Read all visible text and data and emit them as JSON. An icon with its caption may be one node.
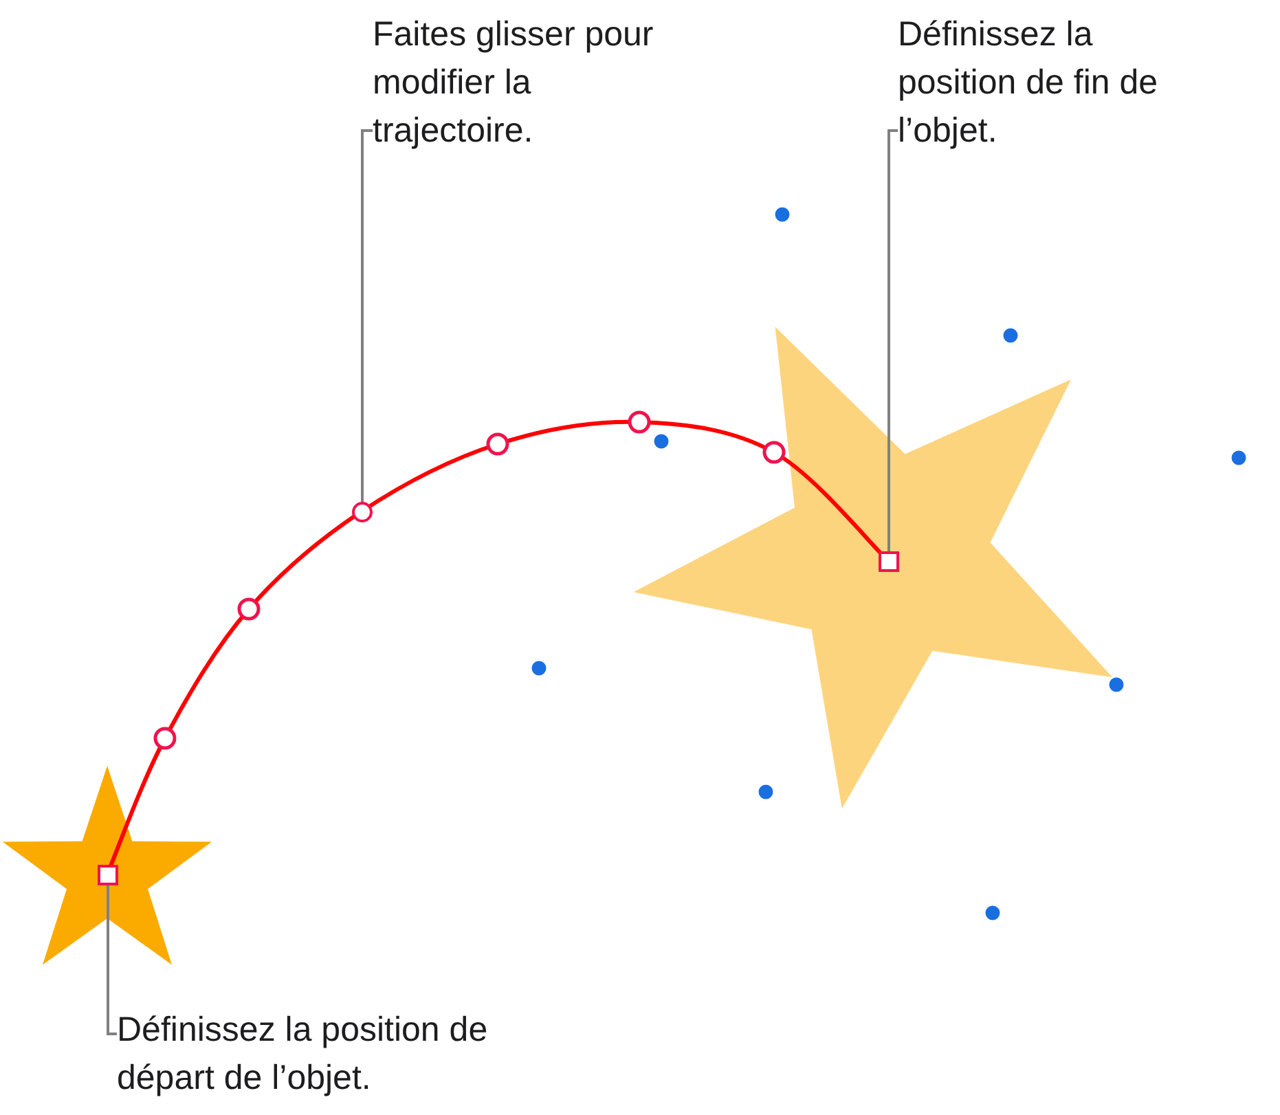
{
  "diagram": {
    "nodes": [
      {
        "text": [
          "Faites glisser pour modifier la trajectoire."
        ]
      },
      {
        "text": [
          "Définissez la position de fin de l’objet."
        ]
      },
      {
        "text": [
          "Définissez la position de départ de l’objet."
        ]
      },
      {
        "text": [],
        "shape": "circle"
      },
      {
        "text": [],
        "shape": "box"
      },
      {
        "text": [],
        "shape": "box"
      }
    ],
    "edges": [
      {
        "from": 0,
        "to": 3,
        "arrow": "none"
      },
      {
        "from": 1,
        "to": 4,
        "arrow": "none"
      },
      {
        "from": 2,
        "to": 5,
        "arrow": "none"
      }
    ]
  }
}
